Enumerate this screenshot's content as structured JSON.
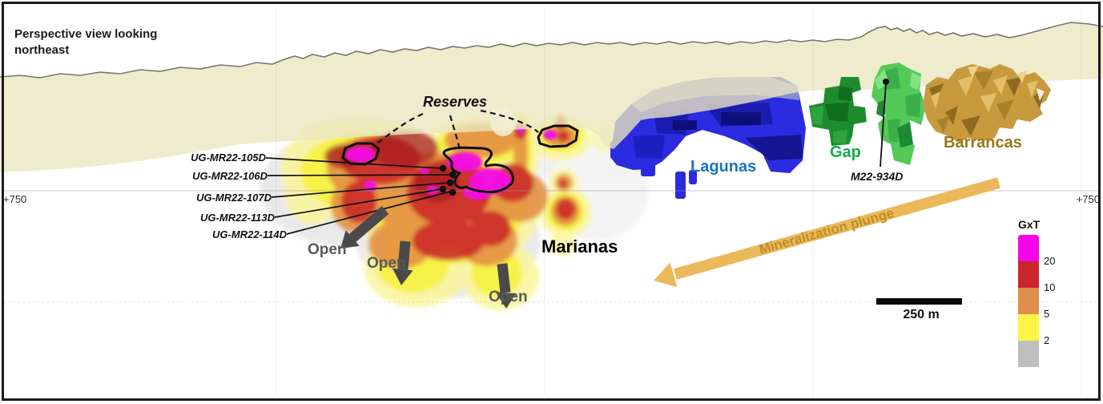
{
  "title": "Perspective view looking northeast",
  "annotations": {
    "reserves": "Reserves",
    "open": "Open",
    "marianas": "Marianas",
    "lagunas": "Lagunas",
    "gap": "Gap",
    "barrancas": "Barrancas",
    "plunge": "Mineralization plunge",
    "drillhole_gap": "M22-934D"
  },
  "drill_labels": [
    {
      "label": "UG-MR22-105D"
    },
    {
      "label": "UG-MR22-106D"
    },
    {
      "label": "UG-MR22-107D"
    },
    {
      "label": "UG-MR22-113D"
    },
    {
      "label": "UG-MR22-114D"
    }
  ],
  "elevation": {
    "left": "+750",
    "right": "+750"
  },
  "scale_bar": {
    "label": "250 m"
  },
  "legend": {
    "title": "GxT",
    "entries": [
      {
        "color": "#f703ea",
        "label": "20"
      },
      {
        "color": "#c9252b",
        "label": "10"
      },
      {
        "color": "#df8f4c",
        "label": "5"
      },
      {
        "color": "#faf646",
        "label": "2"
      },
      {
        "color": "#bfbfbf",
        "label": ""
      }
    ]
  },
  "colors": {
    "terrain_band": "#eae7c0",
    "lagunas_body": "#2b2bdf",
    "lagunas_label": "#1b75bc",
    "gap_body_dark": "#1d8c2d",
    "gap_body_light": "#54c958",
    "gap_label": "#18a94b",
    "barrancas_body": "#c79a3e",
    "barrancas_label": "#9a7718",
    "plunge_arrow": "#ebb95a",
    "plunge_text": "#be8d28",
    "open_arrow": "#4a4a4a",
    "heat_gray": "#c9c9c9",
    "heat_yellow": "#f7f23f",
    "heat_orange": "#e28e42",
    "heat_red": "#cc2a28",
    "heat_magenta": "#f408e6"
  }
}
